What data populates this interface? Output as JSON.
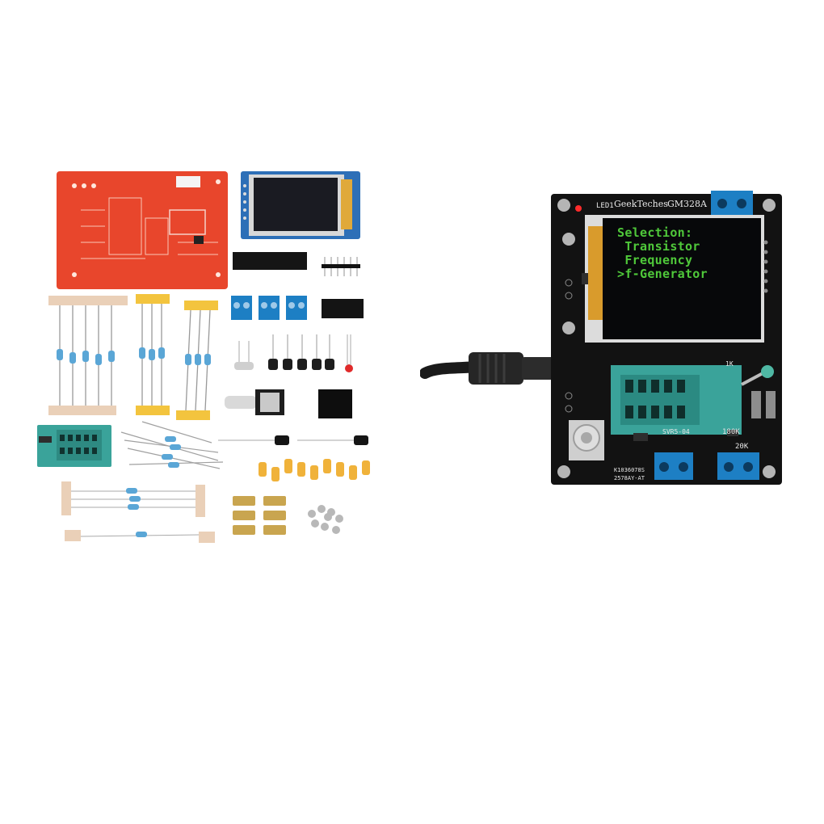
{
  "board": {
    "brand": "GeekTeches",
    "model": "GM328A",
    "led_label": "LED1",
    "resistor_labels": [
      "180K",
      "20K",
      "1K"
    ],
    "part_label": "SVR5-04",
    "bottom_codes": [
      "K1036078S",
      "2578AY-AT"
    ]
  },
  "lcd": {
    "heading": "Selection:",
    "lines": [
      " Transistor",
      " Frequency",
      ">f-Generator"
    ],
    "text_color": "#4fc83a"
  },
  "colors": {
    "pcb_red": "#e8462c",
    "pcb_black": "#121212",
    "terminal_blue": "#1d7fc4",
    "zif_teal": "#3aa39a",
    "resistor_blue": "#5aa6d6",
    "capacitor_yellow": "#f0b23a"
  }
}
